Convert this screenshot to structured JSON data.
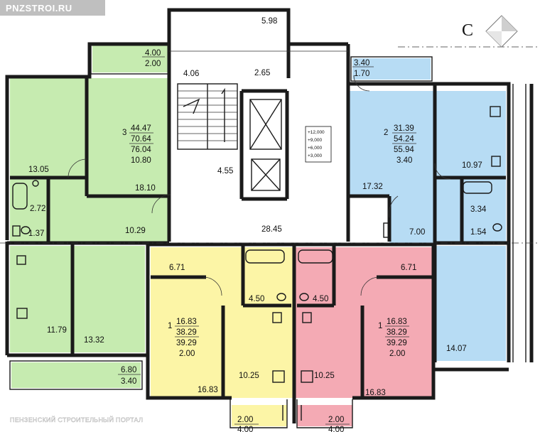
{
  "watermark_top": "PNZSTROI.RU",
  "watermark_bottom": "ПЕНЗЕНСКИЙ СТРОИТЕЛЬНЫЙ ПОРТАЛ",
  "compass_letter": "С",
  "colors": {
    "green": "#c6ebb0",
    "blue": "#b7dcf4",
    "yellow": "#fcf5a6",
    "pink": "#f4aab4",
    "wall": "#1a1a1a"
  },
  "apartments": [
    {
      "id": "3",
      "rooms": "3",
      "living": "44.47",
      "total": "70.64",
      "total_balcony": "76.04",
      "balcony": "10.80",
      "color": "green"
    },
    {
      "id": "2",
      "rooms": "2",
      "living": "31.39",
      "total": "54.24",
      "total_balcony": "55.94",
      "balcony": "3.40",
      "color": "blue"
    },
    {
      "id": "1a",
      "rooms": "1",
      "living": "16.83",
      "total": "38.29",
      "total_balcony": "39.29",
      "balcony": "2.00",
      "color": "yellow"
    },
    {
      "id": "1b",
      "rooms": "1",
      "living": "16.83",
      "total": "38.29",
      "total_balcony": "39.29",
      "balcony": "2.00",
      "color": "pink"
    }
  ],
  "levels": [
    "+12,000",
    "+9,000",
    "+6,000",
    "+3,000"
  ],
  "areas": {
    "top_598": "5.98",
    "balc_top_left_a": "4.00",
    "balc_top_left_b": "2.00",
    "hall_406": "4.06",
    "hall_265": "2.65",
    "stair_455": "4.55",
    "balc_right_a": "3.40",
    "balc_right_b": "1.70",
    "g_1305": "13.05",
    "g_1810": "18.10",
    "g_272": "2.72",
    "g_137": "1.37",
    "g_1029": "10.29",
    "corridor": "28.45",
    "b_1732": "17.32",
    "b_1097": "10.97",
    "b_334": "3.34",
    "b_700": "7.00",
    "b_154": "1.54",
    "y_671": "6.71",
    "y_450": "4.50",
    "p_450": "4.50",
    "p_671": "6.71",
    "g_1179": "11.79",
    "g_1332": "13.32",
    "b_1407": "14.07",
    "y_1025": "10.25",
    "p_1025": "10.25",
    "y_1683": "16.83",
    "p_1683": "16.83",
    "balc_bl_a": "6.80",
    "balc_bl_b": "3.40",
    "balc_by": "2.00",
    "balc_by2": "4.00",
    "balc_bp": "2.00",
    "balc_bp2": "4.00"
  }
}
